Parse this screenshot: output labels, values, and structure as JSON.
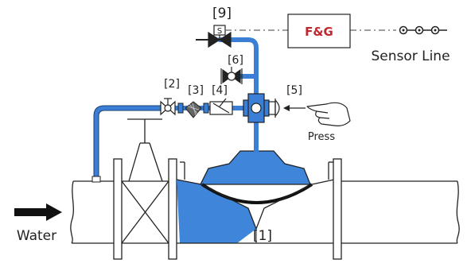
{
  "labels": {
    "solenoid": "[9]",
    "solenoid_mark": "S",
    "fg_box": "F&G",
    "sensor_line": "Sensor Line",
    "needle_valve": "[6]",
    "ball_valve": "[2]",
    "strainer": "[3]",
    "check_valve": "[4]",
    "manual_release": "[5]",
    "press": "Press",
    "water": "Water",
    "main_valve": "[1]"
  },
  "colors": {
    "pipe_blue": "#3a7fd5",
    "water_blue": "#3f86db",
    "fg_red": "#c0272d",
    "line": "#222222"
  }
}
